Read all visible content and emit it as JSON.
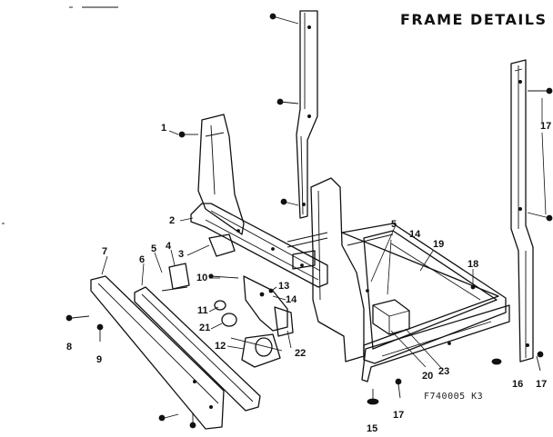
{
  "title": "FRAME DETAILS",
  "drawing_code": "F740005 K3",
  "callouts": [
    "1",
    "2",
    "3",
    "4",
    "5",
    "6",
    "7",
    "8",
    "9",
    "10",
    "11",
    "12",
    "13",
    "14",
    "15",
    "16",
    "17",
    "18",
    "19",
    "20",
    "21",
    "22",
    "23",
    "14",
    "5",
    "17",
    "17",
    "17"
  ]
}
